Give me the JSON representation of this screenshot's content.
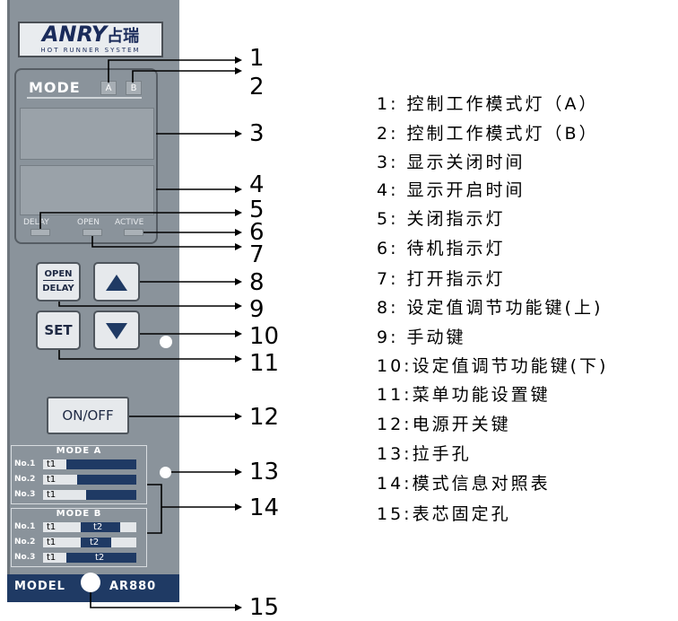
{
  "device": {
    "brand": "ANRY",
    "brand_cn": "占瑞",
    "brand_sub": "HOT RUNNER SYSTEM",
    "mode_label": "MODE",
    "led_a": "A",
    "led_b": "B",
    "ind_delay": "DELAY",
    "ind_open": "OPEN",
    "ind_active": "ACTIVE",
    "btn_open": "OPEN",
    "btn_delay": "DELAY",
    "btn_set": "SET",
    "btn_onoff": "ON/OFF",
    "mode_a_title": "MODE A",
    "mode_b_title": "MODE B",
    "rows_a": [
      {
        "no": "No.1",
        "t1": "t1"
      },
      {
        "no": "No.2",
        "t1": "t1"
      },
      {
        "no": "No.3",
        "t1": "t1"
      }
    ],
    "rows_b": [
      {
        "no": "No.1",
        "t1": "t1",
        "t2": "t2"
      },
      {
        "no": "No.2",
        "t1": "t1",
        "t2": "t2"
      },
      {
        "no": "No.3",
        "t1": "t1",
        "t2": "t2"
      }
    ],
    "model_label": "MODEL",
    "model_number": "AR880"
  },
  "callouts": [
    "1",
    "2",
    "3",
    "4",
    "5",
    "6",
    "7",
    "8",
    "9",
    "10",
    "11",
    "12",
    "13",
    "14",
    "15"
  ],
  "legend": [
    "1:  控制工作模式灯（A）",
    "2:  控制工作模式灯（B）",
    "3:  显示关闭时间",
    "4:  显示开启时间",
    "5:  关闭指示灯",
    "6:  待机指示灯",
    "7:  打开指示灯",
    "8:  设定值调节功能键(上)",
    "9:  手动键",
    "10:设定值调节功能键(下)",
    "11:菜单功能设置键",
    "12:电源开关键",
    "13:拉手孔",
    "14:模式信息对照表",
    "15:表芯固定孔"
  ],
  "colors": {
    "panel": "#8a939b",
    "navy": "#1f3a64",
    "button": "#e6e9ec"
  }
}
